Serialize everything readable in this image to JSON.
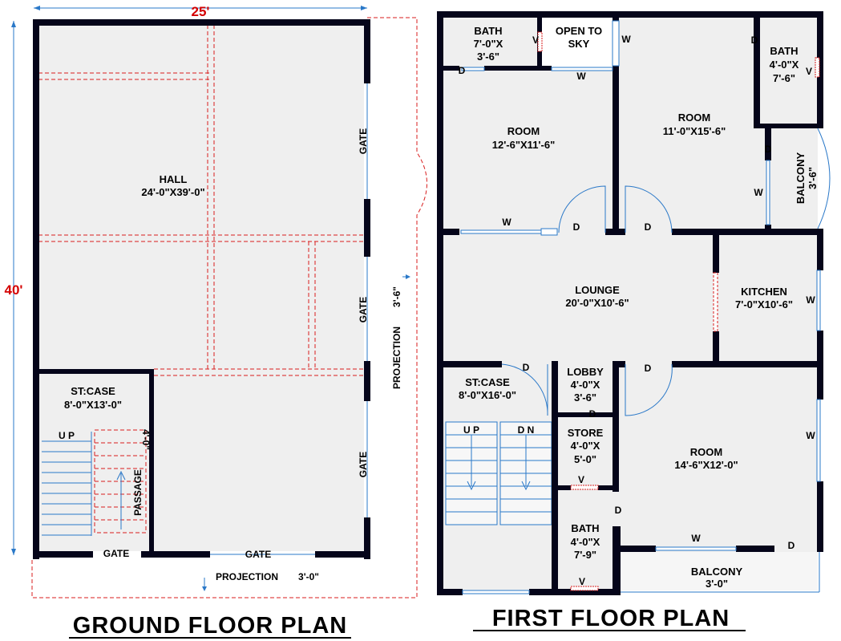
{
  "ground_floor": {
    "title": "GROUND FLOOR PLAN",
    "width_dim": "25'",
    "height_dim": "40'",
    "hall": {
      "name": "HALL",
      "size": "24'-0\"X39'-0\""
    },
    "stcase": {
      "name": "ST:CASE",
      "size": "8'-0\"X13'-0\""
    },
    "stair_up": "U P",
    "passage": "PASSAGE",
    "passage_width": "4'-0\"",
    "gate_label": "GATE",
    "side_projection": "PROJECTION",
    "side_projection_size": "3'-6\"",
    "bottom_projection": "PROJECTION",
    "bottom_projection_size": "3'-0\""
  },
  "first_floor": {
    "title": "FIRST FLOOR PLAN",
    "bath1": {
      "name": "BATH",
      "size1": "7'-0\"X",
      "size2": "3'-6\""
    },
    "open_sky": {
      "line1": "OPEN TO",
      "line2": "SKY"
    },
    "bath2": {
      "name": "BATH",
      "size1": "4'-0\"X",
      "size2": "7'-6\""
    },
    "room1": {
      "name": "ROOM",
      "size": "12'-6\"X11'-6\""
    },
    "room2": {
      "name": "ROOM",
      "size": "11'-0\"X15'-6\""
    },
    "balcony_side": {
      "name": "BALCONY",
      "size": "3'-6\""
    },
    "lounge": {
      "name": "LOUNGE",
      "size": "20'-0\"X10'-6\""
    },
    "kitchen": {
      "name": "KITCHEN",
      "size": "7'-0\"X10'-6\""
    },
    "stcase": {
      "name": "ST:CASE",
      "size": "8'-0\"X16'-0\""
    },
    "lobby": {
      "name": "LOBBY",
      "size1": "4'-0\"X",
      "size2": "3'-6\""
    },
    "store": {
      "name": "STORE",
      "size1": "4'-0\"X",
      "size2": "5'-0\""
    },
    "bath3": {
      "name": "BATH",
      "size1": "4'-0\"X",
      "size2": "7'-9\""
    },
    "room3": {
      "name": "ROOM",
      "size": "14'-6\"X12'-0\""
    },
    "balcony_bottom": {
      "name": "BALCONY",
      "size": "3'-0\""
    },
    "stair_up": "U P",
    "stair_down": "D N"
  },
  "markers": {
    "door": "D",
    "window": "W",
    "ventilator": "V"
  },
  "colors": {
    "wall": "#05051a",
    "floor": "#efefef",
    "dim_red": "#d40000",
    "window_blue": "#2a78c8"
  }
}
